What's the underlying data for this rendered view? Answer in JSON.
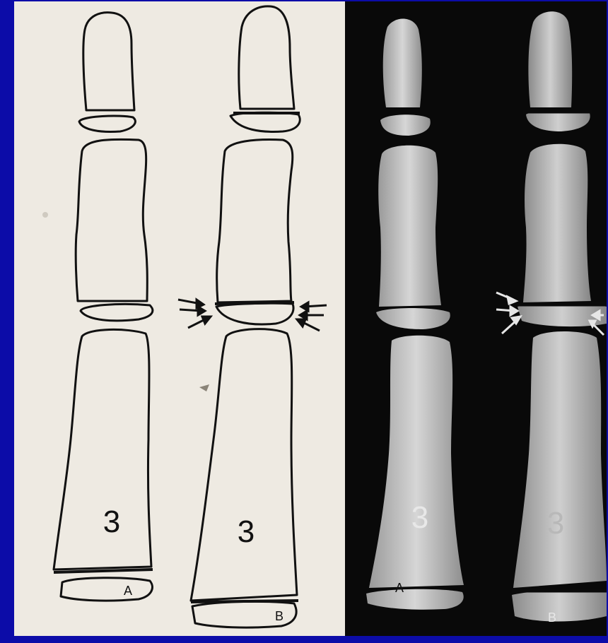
{
  "labels": {
    "finger_number_a": "3",
    "finger_number_b": "3",
    "drawing_a_letter": "A",
    "drawing_b_letter": "B",
    "xray_number_a": "3",
    "xray_number_b": "3",
    "xray_a_letter": "A",
    "xray_b_letter": "B"
  },
  "colors": {
    "slide_border": "#0c0ca8",
    "paper": "#eeeae2",
    "ink": "#111111",
    "xray_background": "#090909",
    "bone": "#d9d9d9"
  }
}
